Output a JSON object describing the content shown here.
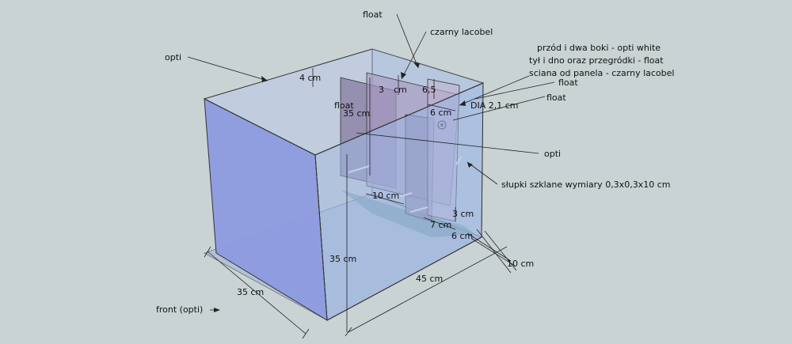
{
  "labels": {
    "opti_top": "opti",
    "float_top": "float",
    "czarny_lacobel": "czarny lacobel",
    "note_line1": "przód i dwa boki - opti white",
    "note_line2": "tył i dno oraz przegródki - float",
    "note_line3": "sciana od panela - czarny lacobel",
    "float_right1": "float",
    "float_right2": "float",
    "float_left": "float",
    "dia": "DIA 2,1 cm",
    "opti_right": "opti",
    "slupki": "słupki szklane wymiary 0,3x0,3x10 cm",
    "front_opti": "front (opti)"
  },
  "dimensions": {
    "d_4cm": "4 cm",
    "d_3cm_top": "3",
    "d_3cm_top_unit": "cm",
    "d_65": "6,5",
    "d_35_inner": "35 cm",
    "d_6cm": "6 cm",
    "d_10cm_inner": "10 cm",
    "d_3cm_bottom": "3 cm",
    "d_7cm": "7 cm",
    "d_6cm_bottom": "6 cm",
    "d_35_height": "35 cm",
    "d_35_depth": "35 cm",
    "d_45_width": "45 cm",
    "d_10_right": "10 cm"
  },
  "colors": {
    "background": "#c9d3d3",
    "front_glass": "#8fa0e0",
    "side_glass": "#9fb8e6",
    "panel_dark": "#8e86a4",
    "panel_purple": "#b3a3c6"
  }
}
